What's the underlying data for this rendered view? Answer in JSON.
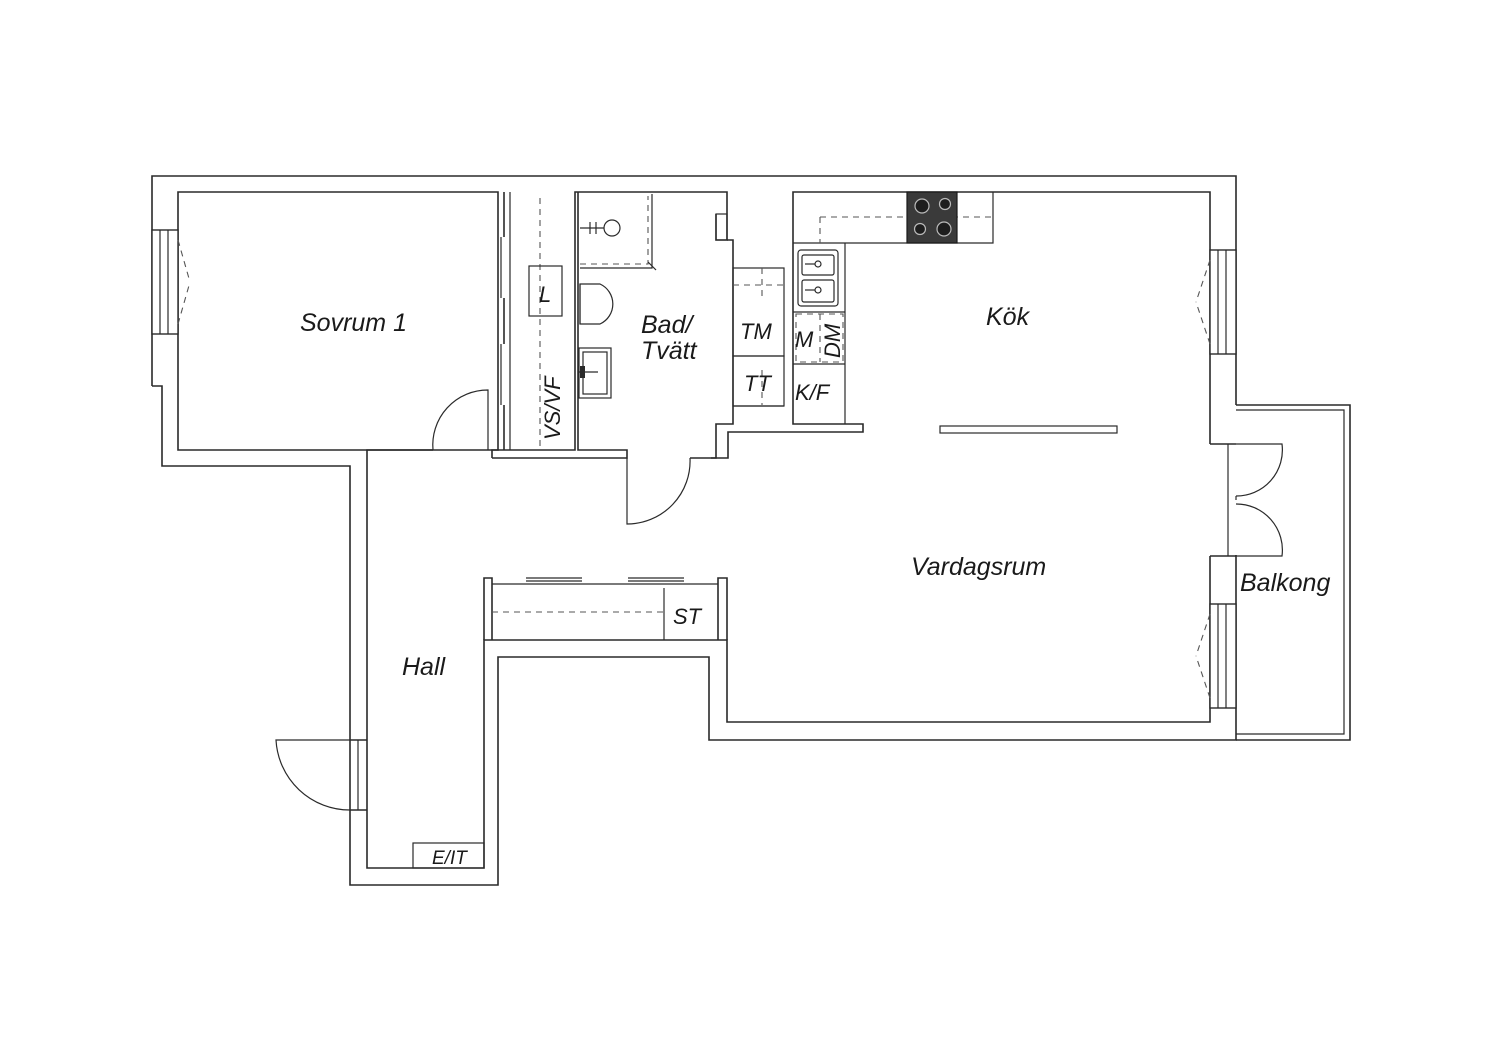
{
  "rooms": {
    "sovrum": "Sovrum 1",
    "bad_line1": "Bad/",
    "bad_line2": "Tvätt",
    "kok": "Kök",
    "vardagsrum": "Vardagsrum",
    "hall": "Hall",
    "balkong": "Balkong"
  },
  "fixtures": {
    "linen": "L",
    "vsvf": "VS/VF",
    "tm": "TM",
    "tt": "TT",
    "micro": "M",
    "dishwasher": "DM",
    "fridge_freezer": "K/F",
    "storage": "ST",
    "electrical": "E/IT"
  },
  "colors": {
    "wall": "#2a2a2a",
    "stove": "#3a3a3a",
    "background": "#ffffff"
  }
}
